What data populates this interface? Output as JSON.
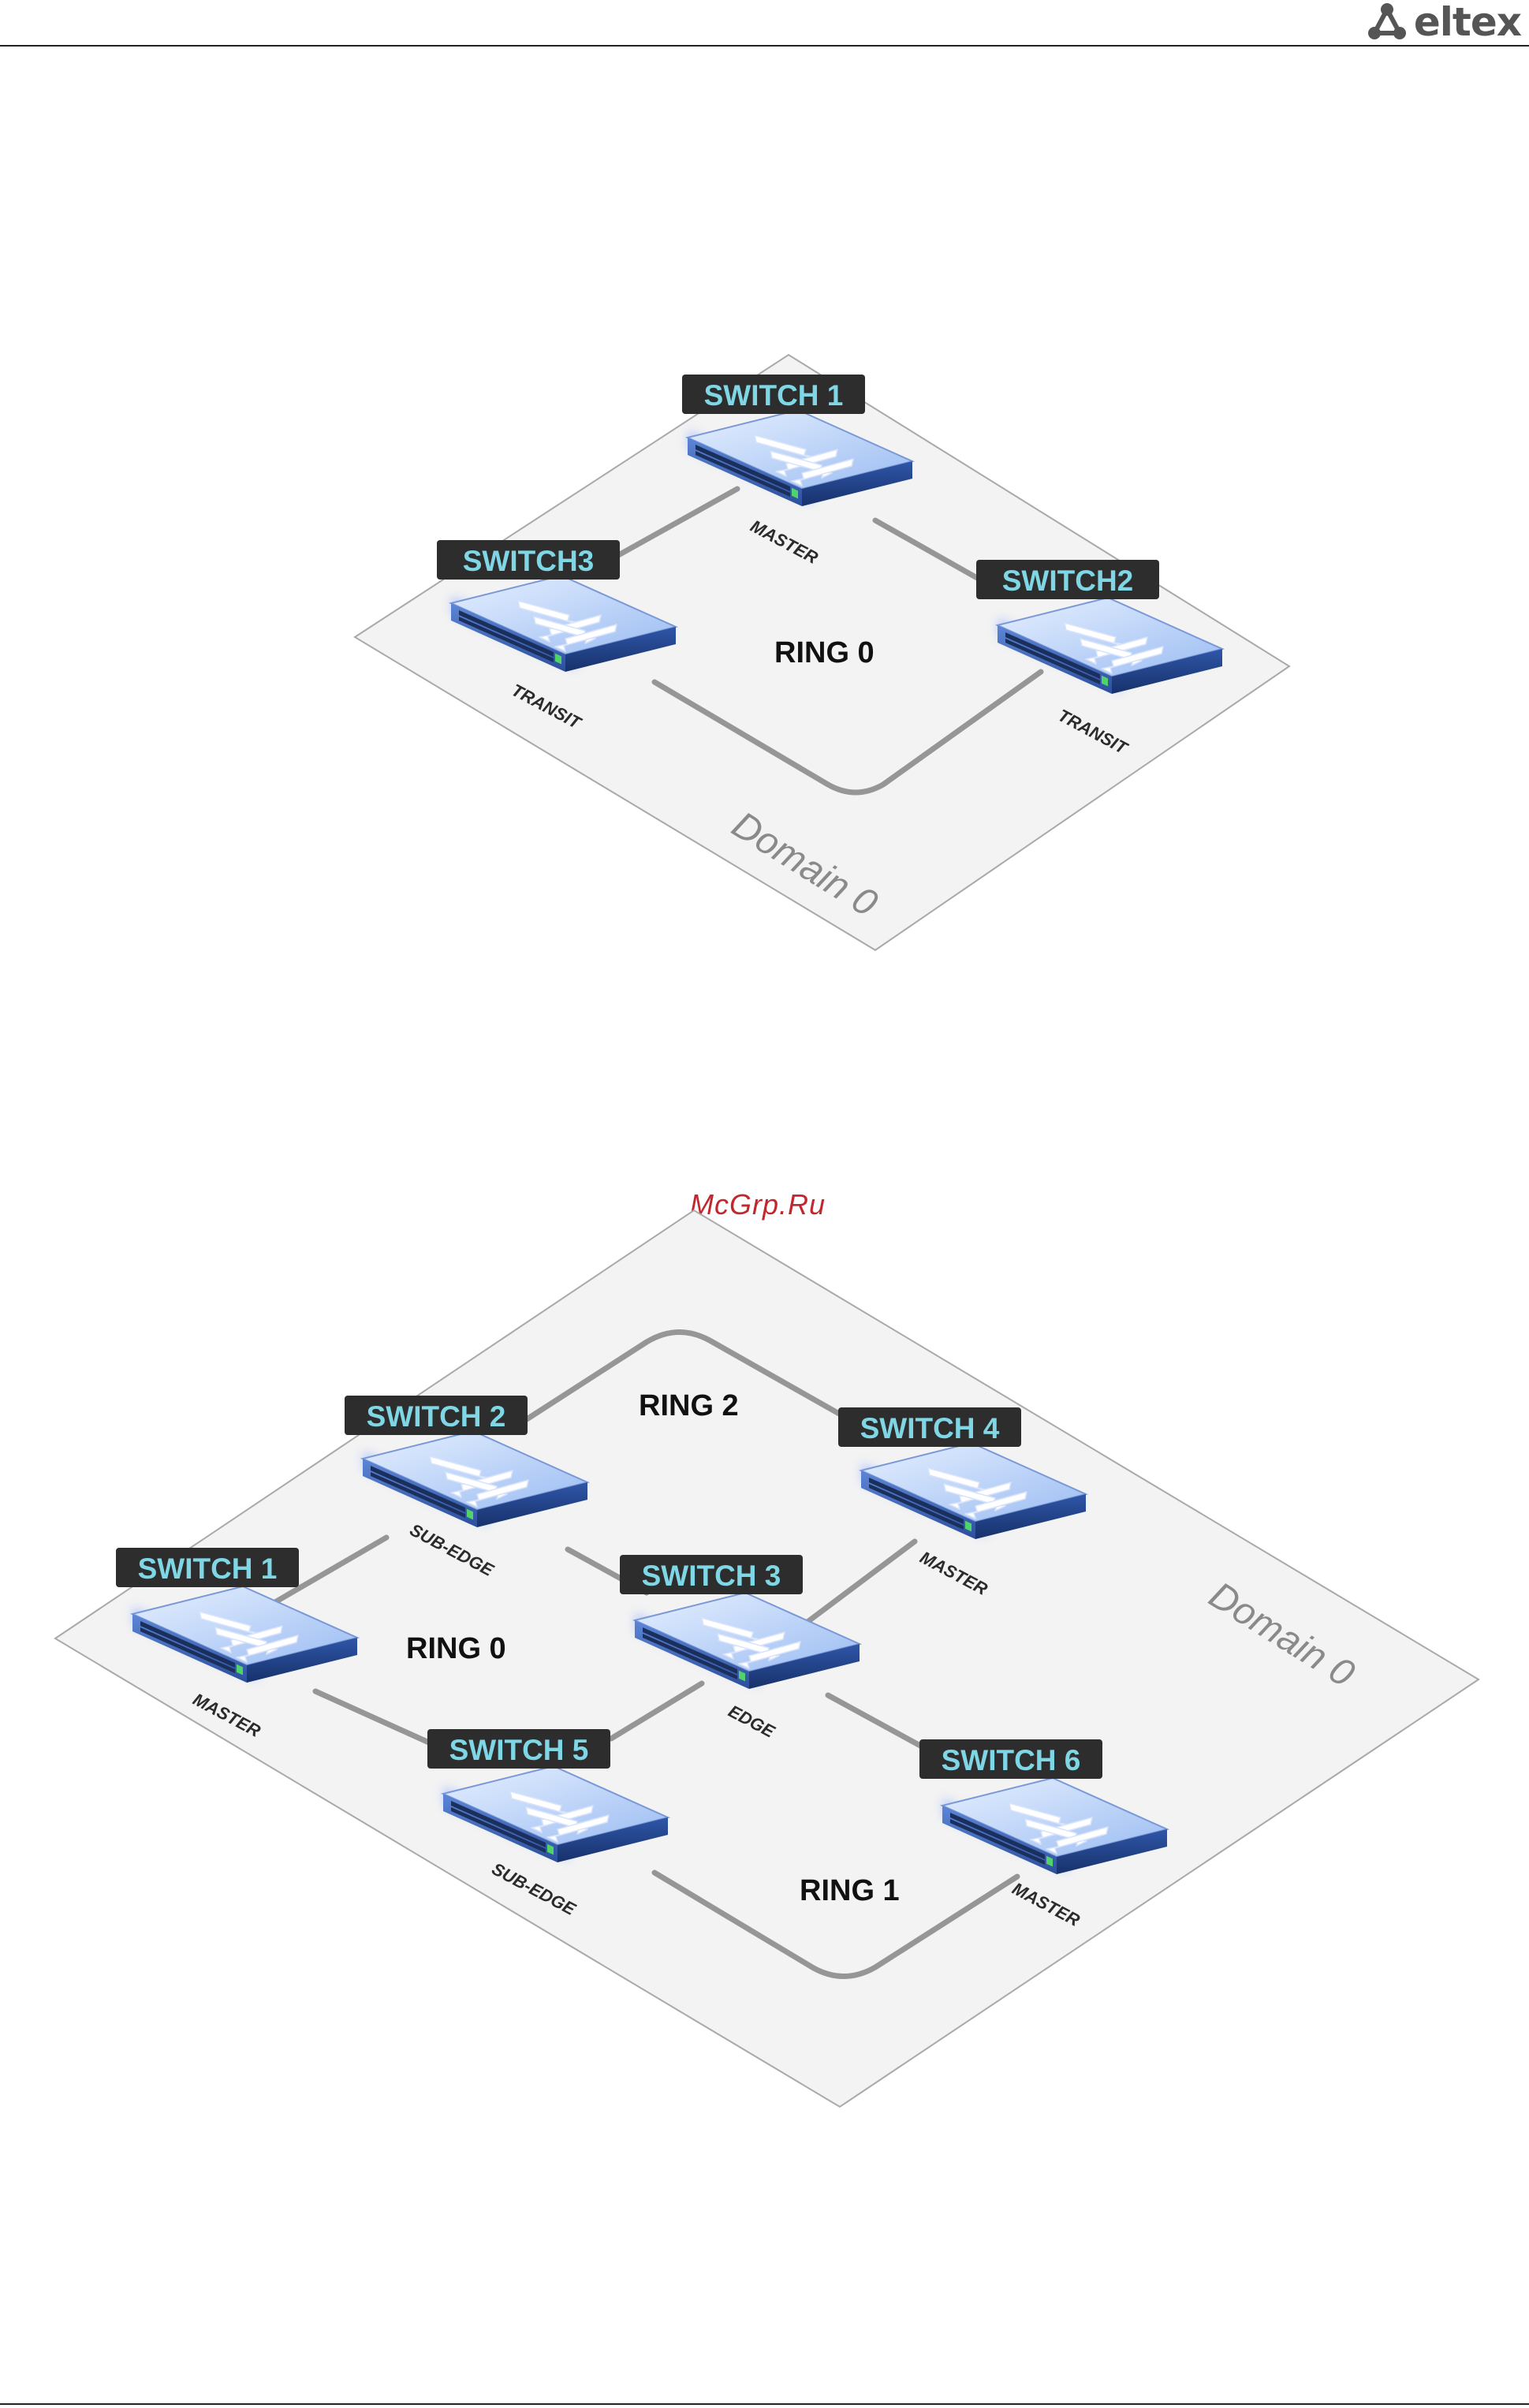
{
  "header": {
    "logo_text": "eltex",
    "brand_color": "#555555"
  },
  "watermark": "McGrp.Ru",
  "colors": {
    "badge_bg": "#2d2d2d",
    "badge_text": "#7fd7e6",
    "link": "#969696",
    "plane": "#f3f3f3"
  },
  "diagram1": {
    "domain": "Domain 0",
    "rings": [
      "RING 0"
    ],
    "switches": [
      {
        "label": "SWITCH 1",
        "role": "MASTER"
      },
      {
        "label": "SWITCH2",
        "role": "TRANSIT"
      },
      {
        "label": "SWITCH3",
        "role": "TRANSIT"
      }
    ]
  },
  "diagram2": {
    "domain": "Domain 0",
    "rings": [
      "RING 2",
      "RING 0",
      "RING 1"
    ],
    "switches": [
      {
        "label": "SWITCH 2",
        "role": "SUB-EDGE"
      },
      {
        "label": "SWITCH 4",
        "role": "MASTER"
      },
      {
        "label": "SWITCH 1",
        "role": "MASTER"
      },
      {
        "label": "SWITCH 3",
        "role": "EDGE"
      },
      {
        "label": "SWITCH 5",
        "role": "SUB-EDGE"
      },
      {
        "label": "SWITCH 6",
        "role": "MASTER"
      }
    ]
  }
}
